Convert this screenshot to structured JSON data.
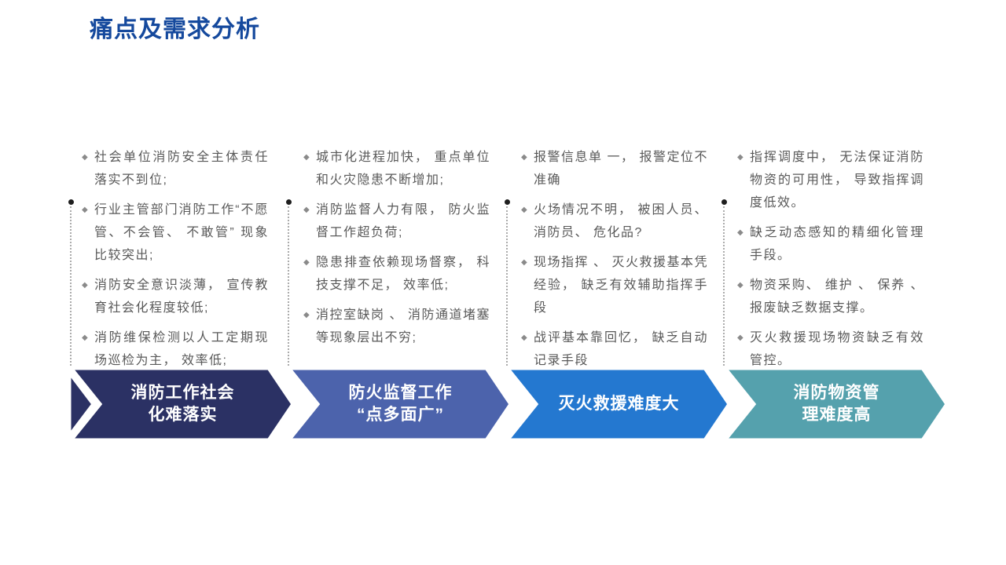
{
  "title": "痛点及需求分析",
  "title_color": "#15499D",
  "bullet_marker": "◆",
  "columns": [
    {
      "banner_label": "消防工作社会化难落实",
      "banner_lines": [
        "消防工作社会",
        "化难落实"
      ],
      "banner_color": "#2B3164",
      "bullets": [
        "社会单位消防安全主体责任落实不到位;",
        "行业主管部门消防工作“不愿管、不会管、 不敢管” 现象比较突出;",
        "消防安全意识淡薄， 宣传教育社会化程度较低;",
        "消防维保检测以人工定期现场巡检为主， 效率低;"
      ]
    },
    {
      "banner_label": "防火监督工作“点多面广”",
      "banner_lines": [
        "防火监督工作",
        "“点多面广”"
      ],
      "banner_color": "#4C63AC",
      "bullets": [
        "城市化进程加快， 重点单位和火灾隐患不断增加;",
        "消防监督人力有限， 防火监督工作超负荷;",
        "隐患排查依赖现场督察， 科技支撑不足， 效率低;",
        "消控室缺岗 、 消防通道堵塞等现象层出不穷;"
      ]
    },
    {
      "banner_label": "灭火救援难度大",
      "banner_lines": [
        "灭火救援难度大"
      ],
      "banner_color": "#2478D0",
      "bullets": [
        "报警信息单 一， 报警定位不准确",
        "火场情况不明， 被困人员、消防员、 危化品?",
        "现场指挥 、 灭火救援基本凭经验， 缺乏有效辅助指挥手段",
        "战评基本靠回忆， 缺乏自动记录手段"
      ]
    },
    {
      "banner_label": "消防物资管理难度高",
      "banner_lines": [
        "消防物资管",
        "理难度高"
      ],
      "banner_color": "#55A1AD",
      "bullets": [
        "指挥调度中， 无法保证消防物资的可用性， 导致指挥调度低效。",
        "缺乏动态感知的精细化管理手段。",
        "物资采购、 维护 、 保养 、 报废缺乏数据支撑。",
        "灭火救援现场物资缺乏有效管控。"
      ]
    }
  ]
}
